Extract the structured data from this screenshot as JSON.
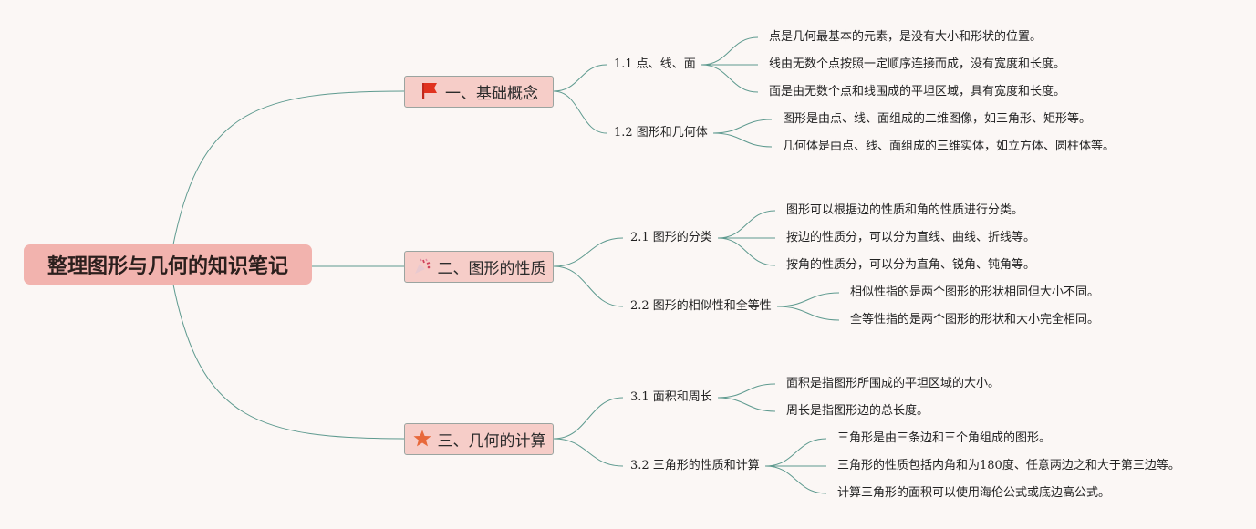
{
  "root": {
    "title": "整理图形与几何的知识笔记"
  },
  "colors": {
    "root_bg": "#f2b3ae",
    "branch_bg": "#f6cdc8",
    "line": "#5e9a8f",
    "background": "#fbf7f5"
  },
  "branches": [
    {
      "label": "一、基础概念",
      "icon": "red-flag-icon",
      "subs": [
        {
          "label": "1.1 点、线、面",
          "leaves": [
            "点是几何最基本的元素，是没有大小和形状的位置。",
            "线由无数个点按照一定顺序连接而成，没有宽度和长度。",
            "面是由无数个点和线围成的平坦区域，具有宽度和长度。"
          ]
        },
        {
          "label": "1.2 图形和几何体",
          "leaves": [
            "图形是由点、线、面组成的二维图像，如三角形、矩形等。",
            "几何体是由点、线、面组成的三维实体，如立方体、圆柱体等。"
          ]
        }
      ]
    },
    {
      "label": "二、图形的性质",
      "icon": "party-popper-icon",
      "subs": [
        {
          "label": "2.1 图形的分类",
          "leaves": [
            "图形可以根据边的性质和角的性质进行分类。",
            "按边的性质分，可以分为直线、曲线、折线等。",
            "按角的性质分，可以分为直角、锐角、钝角等。"
          ]
        },
        {
          "label": "2.2 图形的相似性和全等性",
          "leaves": [
            "相似性指的是两个图形的形状相同但大小不同。",
            "全等性指的是两个图形的形状和大小完全相同。"
          ]
        }
      ]
    },
    {
      "label": "三、几何的计算",
      "icon": "star-icon",
      "subs": [
        {
          "label": "3.1 面积和周长",
          "leaves": [
            "面积是指图形所围成的平坦区域的大小。",
            "周长是指图形边的总长度。"
          ]
        },
        {
          "label": "3.2 三角形的性质和计算",
          "leaves": [
            "三角形是由三条边和三个角组成的图形。",
            "三角形的性质包括内角和为180度、任意两边之和大于第三边等。",
            "计算三角形的面积可以使用海伦公式或底边高公式。"
          ]
        }
      ]
    }
  ]
}
